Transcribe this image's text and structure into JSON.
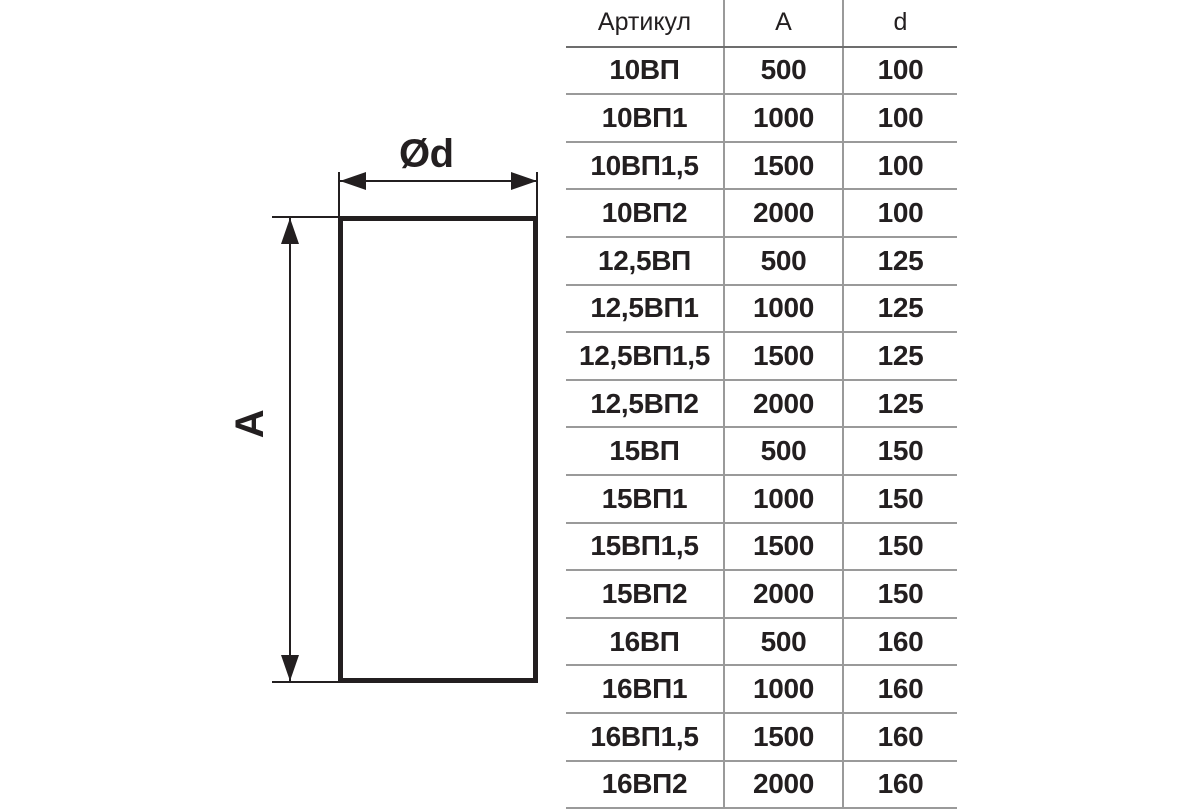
{
  "drawing": {
    "diameter_label": "Ød",
    "length_label": "A",
    "shape_name": "duct-rectangle"
  },
  "table": {
    "headers": [
      "Артикул",
      "A",
      "d"
    ],
    "rows": [
      [
        "10ВП",
        "500",
        "100"
      ],
      [
        "10ВП1",
        "1000",
        "100"
      ],
      [
        "10ВП1,5",
        "1500",
        "100"
      ],
      [
        "10ВП2",
        "2000",
        "100"
      ],
      [
        "12,5ВП",
        "500",
        "125"
      ],
      [
        "12,5ВП1",
        "1000",
        "125"
      ],
      [
        "12,5ВП1,5",
        "1500",
        "125"
      ],
      [
        "12,5ВП2",
        "2000",
        "125"
      ],
      [
        "15ВП",
        "500",
        "150"
      ],
      [
        "15ВП1",
        "1000",
        "150"
      ],
      [
        "15ВП1,5",
        "1500",
        "150"
      ],
      [
        "15ВП2",
        "2000",
        "150"
      ],
      [
        "16ВП",
        "500",
        "160"
      ],
      [
        "16ВП1",
        "1000",
        "160"
      ],
      [
        "16ВП1,5",
        "1500",
        "160"
      ],
      [
        "16ВП2",
        "2000",
        "160"
      ]
    ]
  },
  "colors": {
    "ink": "#231f20",
    "rule": "#9a9a9a",
    "header_rule": "#6d6d6d",
    "background": "#ffffff"
  }
}
